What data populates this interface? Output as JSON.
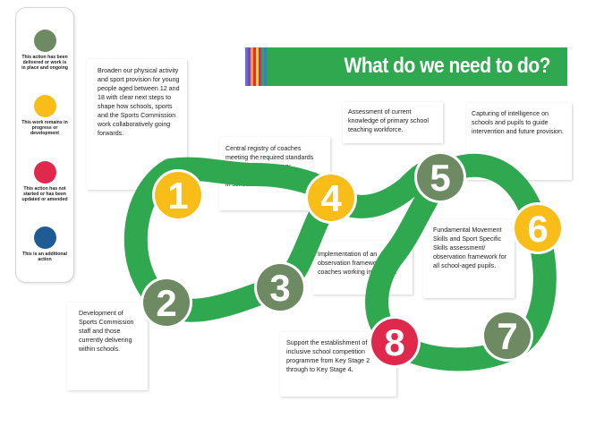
{
  "title": "What do we need to do?",
  "colors": {
    "green_delivered": "#6e8a63",
    "yellow_in_progress": "#f8bd19",
    "red_not_started": "#e0284c",
    "blue_additional": "#1f5b94",
    "track_green": "#2fa84f",
    "stripes": [
      "#5b6fd6",
      "#8a3fb3",
      "#f2a22b",
      "#e0284c",
      "#f6d31b",
      "#c02a8a",
      "#2fa84f",
      "#3a7ac9"
    ]
  },
  "legend": [
    {
      "status": "delivered",
      "color": "#6e8a63",
      "text": "This action has been delivered or work is in place and ongoing"
    },
    {
      "status": "in_progress",
      "color": "#f8bd19",
      "text": "This work remains in progress or development"
    },
    {
      "status": "not_started",
      "color": "#e0284c",
      "text": "This action has not started or has been updated or amended"
    },
    {
      "status": "additional",
      "color": "#1f5b94",
      "text": "This is an additional action"
    }
  ],
  "steps": [
    {
      "number": "1",
      "status": "in_progress",
      "text": "Broaden our physical activity and sport provision for young people aged between 12 and 18 with clear next steps to shape how schools, sports and the Sports Commission work collaboratively going forwards."
    },
    {
      "number": "2",
      "status": "delivered",
      "text": "Development of Sports Commission staff and those currently delivering within schools."
    },
    {
      "number": "3",
      "status": "delivered",
      "text": "Implementation of an observation framework for coaches working in schools."
    },
    {
      "number": "4",
      "status": "in_progress",
      "text": "Central registry of coaches meeting the required standards and with the necessary qualifications and checks to work in schools."
    },
    {
      "number": "5",
      "status": "delivered",
      "text": "Assessment of current knowledge of primary school teaching workforce."
    },
    {
      "number": "6",
      "status": "in_progress",
      "text": "Capturing of intelligence on schools and pupils to guide intervention and future provision."
    },
    {
      "number": "7",
      "status": "delivered",
      "text": "Fundamental Movement Skills and Sport Specific Skills assessment/ observation framework for all school-aged pupils."
    },
    {
      "number": "8",
      "status": "not_started",
      "text": "Support the establishment of an inclusive school competition programme from Key Stage 2 through to Key Stage 4."
    }
  ]
}
